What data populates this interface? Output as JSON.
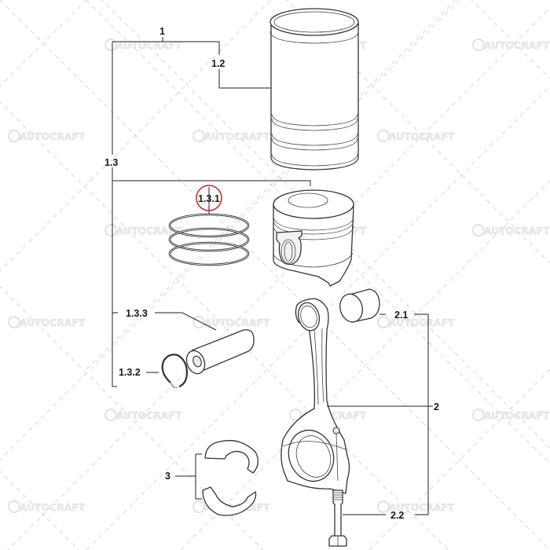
{
  "diagram": {
    "type": "exploded-parts-diagram",
    "subject": "Engine cylinder liner, piston and connecting rod assembly",
    "watermark": {
      "text": "AUTOCRAFT",
      "color": "#d4d4d4"
    },
    "highlight": {
      "callout": "1.3.1",
      "color": "#d62020"
    },
    "callouts": [
      {
        "id": "1",
        "label": "1",
        "part": "cylinder-liner-piston-kit"
      },
      {
        "id": "1.2",
        "label": "1.2",
        "part": "cylinder-liner"
      },
      {
        "id": "1.3",
        "label": "1.3",
        "part": "piston-assembly"
      },
      {
        "id": "1.3.1",
        "label": "1.3.1",
        "part": "piston-ring-set"
      },
      {
        "id": "1.3.2",
        "label": "1.3.2",
        "part": "circlip"
      },
      {
        "id": "1.3.3",
        "label": "1.3.3",
        "part": "piston-pin"
      },
      {
        "id": "2",
        "label": "2",
        "part": "connecting-rod-assembly"
      },
      {
        "id": "2.1",
        "label": "2.1",
        "part": "small-end-bushing"
      },
      {
        "id": "2.2",
        "label": "2.2",
        "part": "connecting-rod-bolt"
      },
      {
        "id": "3",
        "label": "3",
        "part": "big-end-bearing-shells"
      }
    ]
  }
}
